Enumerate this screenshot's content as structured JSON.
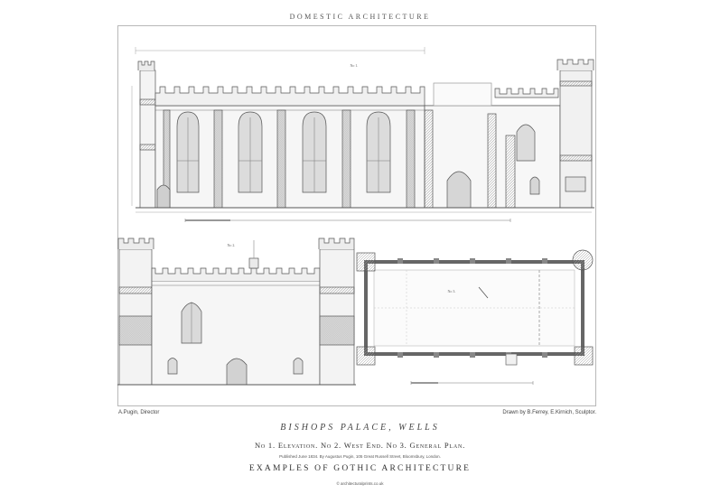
{
  "header": {
    "title": "DOMESTIC ARCHITECTURE"
  },
  "figures": {
    "elevation": {
      "label": "No 1."
    },
    "west_end": {
      "label": "No 2."
    },
    "plan": {
      "label": "No 3."
    }
  },
  "credits": {
    "left": "A.Pugin, Director",
    "right": "Drawn by B.Ferrey,   E.Kirnich,  Sculptor."
  },
  "footer": {
    "plate_title": "BISHOPS PALACE, WELLS",
    "subtitle": "No 1. Elevation. No 2. West End. No 3. General Plan.",
    "publication": "Published June 1834. By Augustus Pugin, 105 Great Russell Street, Bloomsbury, London.",
    "series": "EXAMPLES OF GOTHIC ARCHITECTURE",
    "source": "© architecturalprints.co.uk"
  }
}
